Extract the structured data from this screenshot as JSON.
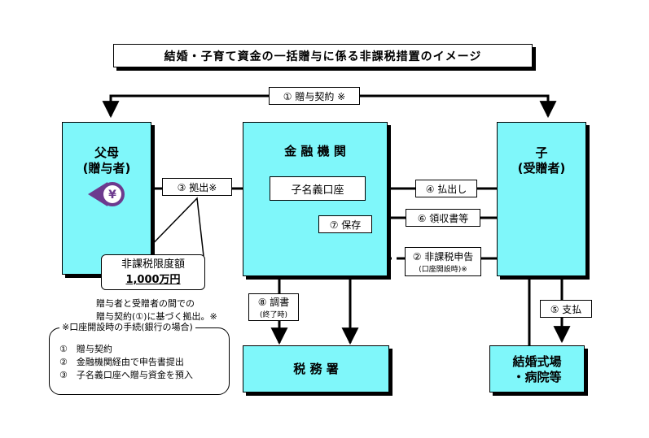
{
  "title": "結婚・子育て資金の一括贈与に係る非課税措置のイメージ",
  "nodes": {
    "parents": {
      "line1": "父母",
      "line2": "(贈与者)"
    },
    "bank": {
      "label": "金 融 機 関"
    },
    "child": {
      "line1": "子",
      "line2": "(受贈者)"
    },
    "tax_office": {
      "label": "税 務 署"
    },
    "venue": {
      "line1": "結婚式場",
      "line2": "・病院等"
    },
    "account": {
      "label": "子名義口座"
    }
  },
  "steps": {
    "contract": "① 贈与契約 ※",
    "deposit": "③ 拠出※",
    "withdraw": "④ 払出し",
    "receipt": "⑥ 領収書等",
    "store": "⑦ 保存",
    "declare_main": "② 非課税申告",
    "declare_sub": "(口座開設時)※",
    "record_main": "⑧ 調書",
    "record_sub": "(終了時)",
    "pay": "⑤ 支払"
  },
  "limit": {
    "label": "非課税限度額",
    "amount": "1,000万円"
  },
  "deposit_note": {
    "line1": "贈与者と受贈者の間での",
    "line2": "贈与契約(①)に基づく拠出。※"
  },
  "procedure": {
    "title": "※口座開設時の手続(銀行の場合)",
    "items": [
      "①　贈与契約",
      "②　金融機関経由で申告書提出",
      "③　子名義口座へ贈与資金を預入"
    ]
  },
  "icon": {
    "symbol": "¥"
  }
}
